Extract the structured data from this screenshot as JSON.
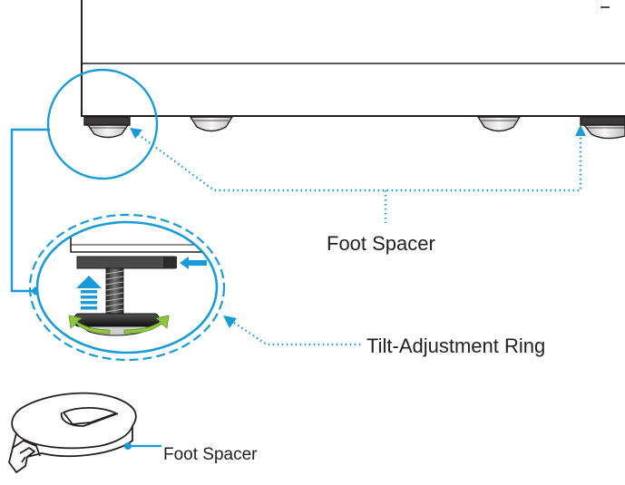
{
  "labels": {
    "foot_spacer_top": "Foot Spacer",
    "tilt_adjustment_ring": "Tilt-Adjustment Ring",
    "foot_spacer_bottom": "Foot Spacer"
  },
  "colors": {
    "callout": "#1a9bd7",
    "line": "#231f20",
    "arrow_green": "#8dc63f",
    "arrow_blue": "#1a9bd7"
  }
}
